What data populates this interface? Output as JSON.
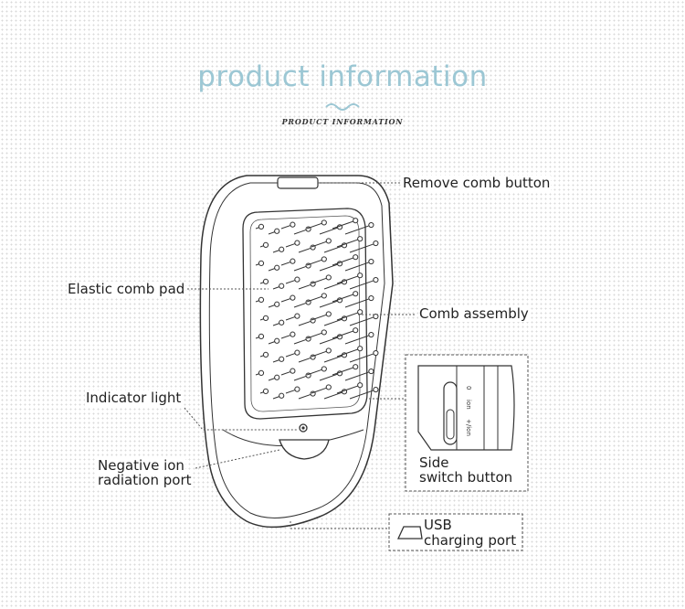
{
  "header": {
    "title": "product information",
    "subtitle": "PRODUCT INFORMATION"
  },
  "labels": {
    "remove_comb_button": "Remove comb button",
    "elastic_comb_pad": "Elastic comb pad",
    "comb_assembly": "Comb assembly",
    "indicator_light": "Indicator light",
    "negative_ion_line1": "Negative ion",
    "negative_ion_line2": "radiation port",
    "side_switch_line1": "Side",
    "side_switch_line2": "switch button",
    "usb_line1": "USB",
    "usb_line2": "charging port"
  },
  "switch_marks": {
    "off": "0",
    "ion": "ion",
    "plus_ion": "+/ion"
  },
  "colors": {
    "title": "#9cc7d4",
    "wave": "#9cc7d4",
    "line": "#333333",
    "leader": "#555555"
  }
}
